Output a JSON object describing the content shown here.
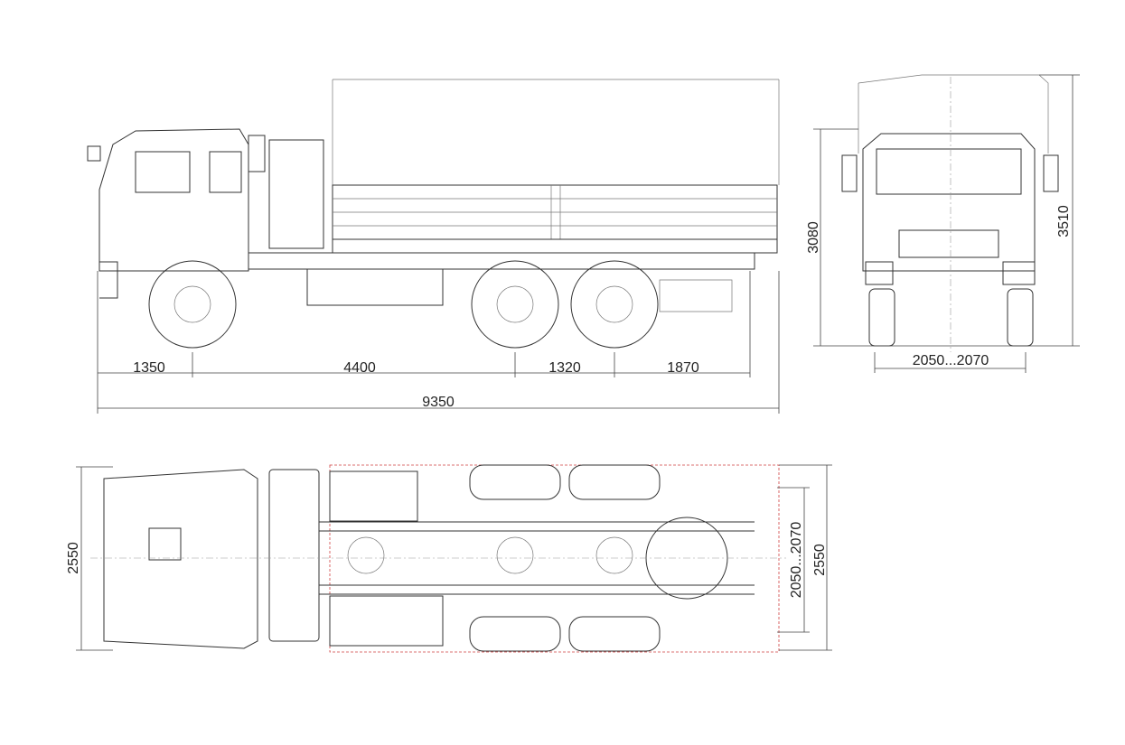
{
  "side_view": {
    "dimensions": {
      "front_overhang": "1350",
      "wheelbase_front": "4400",
      "wheelbase_rear": "1320",
      "rear_overhang": "1870",
      "overall_length": "9350"
    }
  },
  "front_view": {
    "dimensions": {
      "cab_height": "3080",
      "overall_height": "3510",
      "track_width": "2050...2070"
    }
  },
  "top_view": {
    "dimensions": {
      "width_left": "2550",
      "track_width": "2050...2070",
      "width_right": "2550"
    }
  }
}
